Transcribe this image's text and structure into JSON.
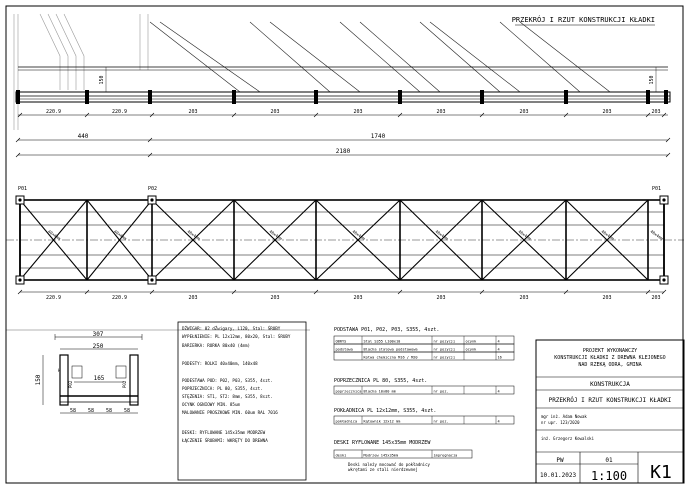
{
  "sheet": {
    "title": "PRZEKRÓJ I RZUT KONSTRUKCJI KŁADKI"
  },
  "elevation": {
    "dims": [
      "220.9",
      "220.9",
      "203",
      "203",
      "203",
      "203",
      "203",
      "203",
      "203"
    ],
    "overall": [
      "440",
      "1740",
      "2180"
    ],
    "height_label": "150"
  },
  "plan": {
    "post_labels": [
      "P01",
      "P02",
      "P01"
    ],
    "diag_labels": [
      "40x4mm",
      "40x4mm",
      "40x4mm",
      "40x4mm",
      "40x4mm",
      "40x4mm",
      "40x4mm",
      "40x4mm",
      "40x4mm"
    ],
    "dims": [
      "220.9",
      "220.9",
      "203",
      "203",
      "203",
      "203",
      "203",
      "203",
      "203"
    ]
  },
  "section": {
    "dims_top": [
      "307",
      "250"
    ],
    "height": "150",
    "inner": "165",
    "bottom_dims": [
      "58",
      "58",
      "58",
      "58"
    ],
    "labels": [
      "H",
      "P02",
      "P02"
    ]
  },
  "notes": {
    "lines": [
      "DŹWIGAR: 02 dŹwigary, L120, Stal: ŚRUBY",
      "WYPEŁNIENIE: PL 12x12mm, 80x20, Stal: ŚRUBY",
      "BARIERKA: RURKA 80x40 (4mm)",
      "PODESTY: ROLKI 40x40mm, 140x48",
      "PODESTAWA POD: P02, P03, S355, 4szt.",
      "POPRZECZNICA: PL 80, S355, 4szt.",
      "STĘŻENIA: ST1, ST2: 8mm, S355, 8szt.",
      "OCYNK OGNIOWY MIN. 85um",
      "MALOWANIE PROSZKOWE MIN. 60um RAL 7016",
      "DESKI: RYFLOWANE 145x35mm MODRZEW",
      "ŁĄCZENIE ŚRUBAMI: WKRĘTY DO DREWNA"
    ]
  },
  "tables": {
    "t1_title": "PODSTAWA P01, P02, P03, S355, 4szt.",
    "t1_rows": [
      [
        "OBRYS",
        "Stal S355 L100x10",
        "nr pozycji",
        "ocynk",
        "4"
      ],
      [
        "podstawa",
        "Blacha stalowa podstawowa",
        "nr pozycji",
        "ocynk",
        "4"
      ],
      [
        "",
        "Kotwa chemiczna M16 / M20",
        "nr pozycji",
        "",
        "16"
      ]
    ],
    "t2_title": "POPRZECZNICA PL 80, S355, 4szt.",
    "t2_rows": [
      [
        "poprzecznica",
        "Blacha 10x80 mm",
        "nr poz.",
        "",
        "4"
      ]
    ],
    "t3_title": "POKŁADNICA PL 12x12mm, S355, 4szt.",
    "t3_rows": [
      [
        "pokładnica",
        "Kątownik 12x12 mm",
        "nr poz.",
        "",
        "4"
      ]
    ],
    "t4_title": "DESKI RYFLOWANE 145x35mm MODRZEW",
    "t4_rows": [
      [
        "deski",
        "Modrzew 145x35mm",
        "impregnacja"
      ]
    ],
    "t4_note1": "Deski należy mocować do pokładnicy",
    "t4_note2": "wkrętami ze stali nierdzewnej"
  },
  "titleblock": {
    "project1": "PROJEKT WYKONAWCZY",
    "project2": "KONSTRUKCJI KŁADKI Z DREWNA KLEJONEGO",
    "project3": "NAD RZEKĄ ODRA, GMINA",
    "branch": "KONSTRUKCJA",
    "drawing": "PRZEKRÓJ I RZUT KONSTRUKCJI KŁADKI",
    "author_line": "mgr inż. Adam Nowak",
    "checker_line": "nr upr. 123/2020",
    "designer": "inż. Grzegorz Kowalski",
    "phase": "PW",
    "num": "01",
    "date": "10.01.2023",
    "scale": "1:100",
    "code": "K1"
  }
}
